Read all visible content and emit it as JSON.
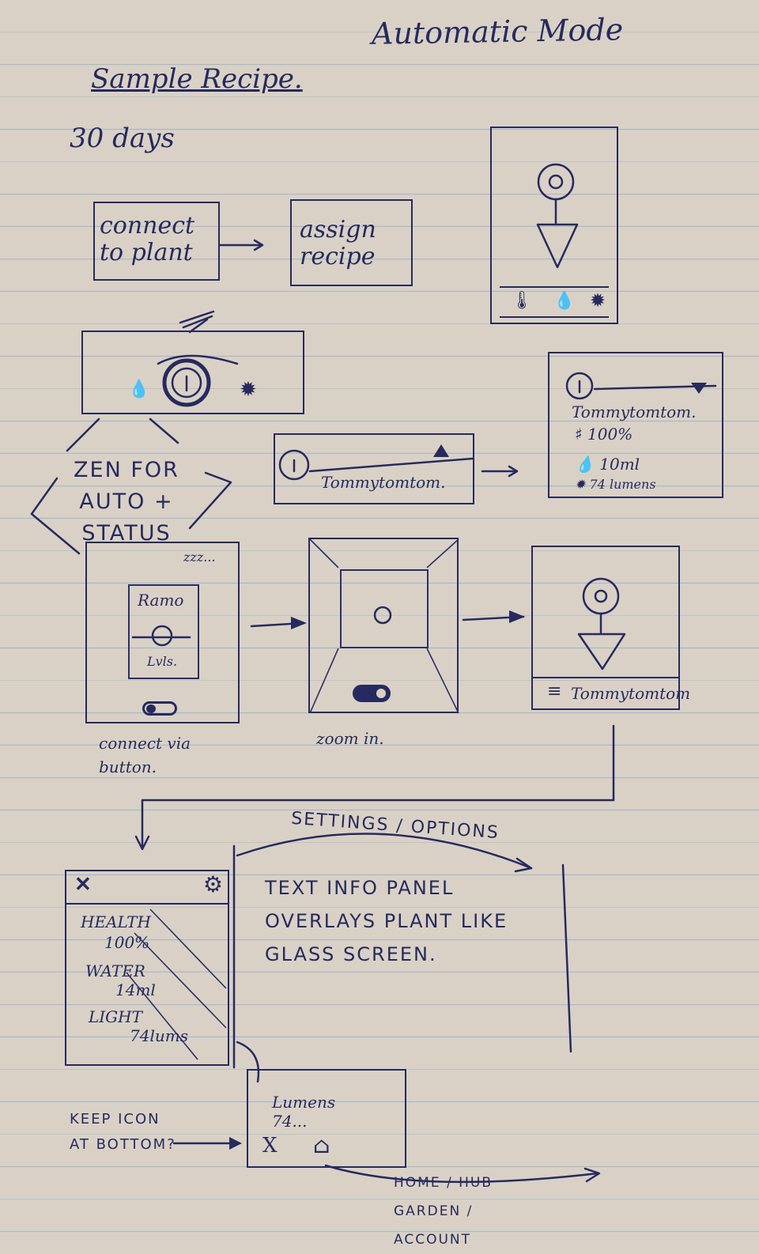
{
  "page": {
    "title": "Automatic Mode",
    "subtitle": "Sample Recipe.",
    "duration": "30 days"
  },
  "flow": {
    "connect_box": "connect to plant",
    "assign_box": "assign recipe"
  },
  "zen": {
    "label": "ZEN FOR AUTO + STATUS"
  },
  "status_bar": {
    "name": "Tommytomtom.",
    "expanded_name": "Tommytomtom.",
    "health": "100%",
    "water": "10ml",
    "light": "74 lumens"
  },
  "connect_screen": {
    "zzz": "zzz...",
    "device_top": "Ramo",
    "device_bottom": "Lvls.",
    "caption": "connect via button."
  },
  "zoom_screen": {
    "caption": "zoom in."
  },
  "plant_screen": {
    "footer_name": "Tommytomtom"
  },
  "settings": {
    "arc_label": "SETTINGS / OPTIONS",
    "panel_text": "TEXT INFO PANEL OVERLAYS PLANT LIKE GLASS SCREEN.",
    "health_label": "HEALTH",
    "health_value": "100%",
    "water_label": "WATER",
    "water_value": "14ml",
    "light_label": "LIGHT",
    "light_value": "74lums"
  },
  "bottom": {
    "lumens": "Lumens 74...",
    "x_label": "X",
    "question": "KEEP ICON AT BOTTOM?",
    "nav_label": "HOME / HUB GARDEN / ACCOUNT"
  },
  "icons": [
    "thermometer-icon",
    "water-drop-icon",
    "sun-icon",
    "info-icon",
    "home-icon",
    "gear-icon",
    "close-icon",
    "toggle-icon"
  ]
}
